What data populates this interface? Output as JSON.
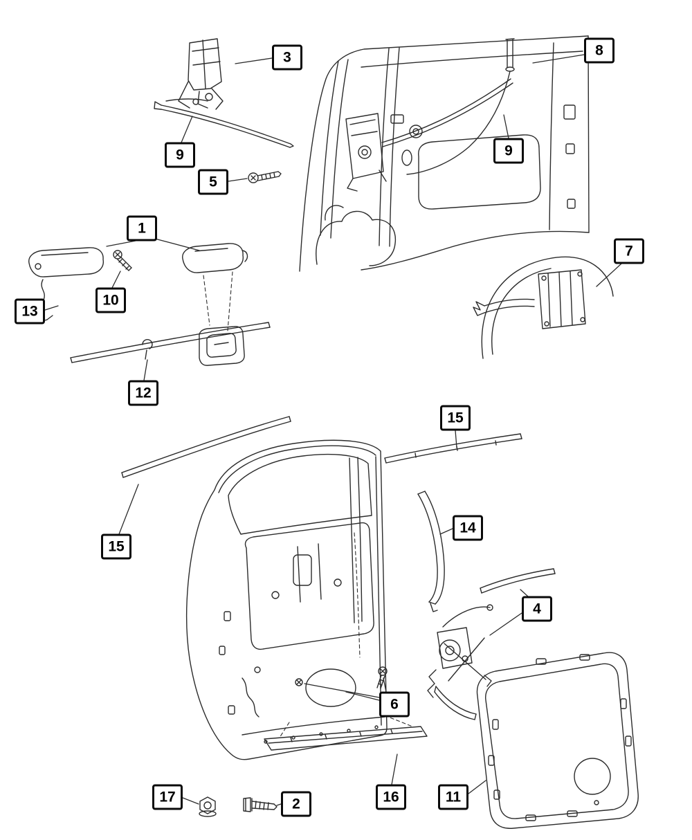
{
  "colors": {
    "background": "#ffffff",
    "line": "#2b2b2b",
    "callout_border": "#0a0a0a",
    "callout_text": "#000000"
  },
  "callouts": [
    {
      "label": "3"
    },
    {
      "label": "8"
    },
    {
      "label": "9"
    },
    {
      "label": "5"
    },
    {
      "label": "9"
    },
    {
      "label": "1"
    },
    {
      "label": "10"
    },
    {
      "label": "13"
    },
    {
      "label": "12"
    },
    {
      "label": "7"
    },
    {
      "label": "15"
    },
    {
      "label": "14"
    },
    {
      "label": "15"
    },
    {
      "label": "4"
    },
    {
      "label": "6"
    },
    {
      "label": "17"
    },
    {
      "label": "2"
    },
    {
      "label": "16"
    },
    {
      "label": "11"
    }
  ]
}
